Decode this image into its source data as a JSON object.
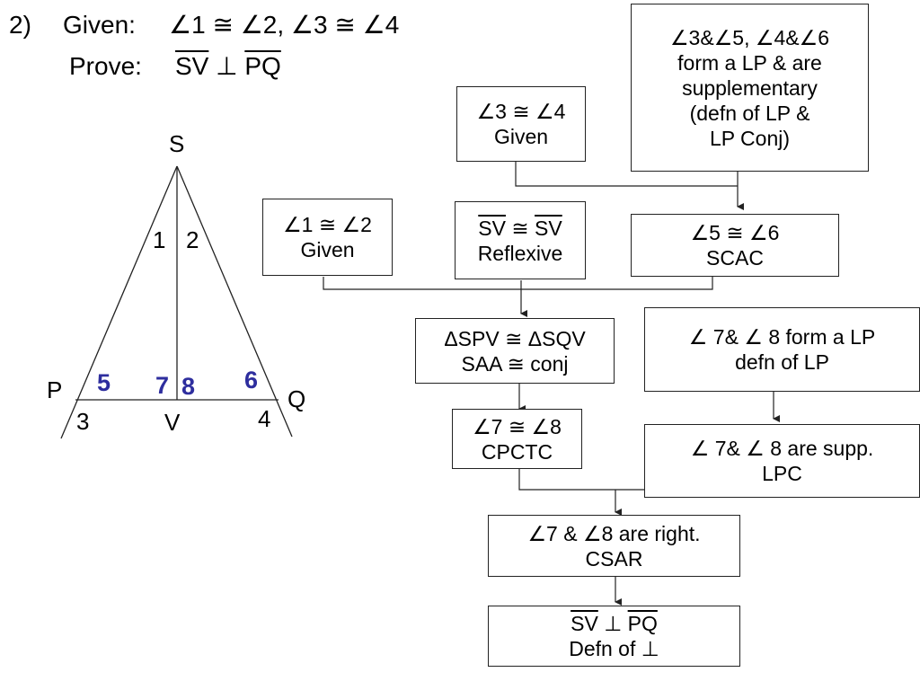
{
  "header": {
    "number": "2)",
    "given_label": "Given:",
    "given_text": "∠1 ≅ ∠2,  ∠3 ≅ ∠4",
    "prove_label": "Prove:",
    "prove_seg1": "SV",
    "prove_perp": "⊥",
    "prove_seg2": "PQ"
  },
  "figure": {
    "vertex_labels": {
      "S": "S",
      "P": "P",
      "Q": "Q",
      "V": "V"
    },
    "angle_labels": {
      "a1": "1",
      "a2": "2",
      "a3": "3",
      "a4": "4"
    },
    "highlight_labels": {
      "a5": "5",
      "a6": "6",
      "a7": "7",
      "a8": "8"
    },
    "highlight_color": "#2e2e9e"
  },
  "boxes": {
    "b_lp_supp": {
      "lines": [
        "∠3&∠5, ∠4&∠6",
        "form a LP & are",
        "supplementary",
        "(defn of LP &",
        "LP Conj)"
      ]
    },
    "b_given34": {
      "lines": [
        "∠3 ≅ ∠4",
        "Given"
      ]
    },
    "b_given12": {
      "lines": [
        "∠1 ≅ ∠2",
        "Given"
      ]
    },
    "b_reflexive": {
      "seg_a": "SV",
      "rel": " ≅ ",
      "seg_b": "SV",
      "reason": "Reflexive"
    },
    "b_scac": {
      "lines": [
        "∠5 ≅ ∠6",
        "SCAC"
      ]
    },
    "b_saa": {
      "lines": [
        "ΔSPV ≅ ΔSQV",
        "SAA ≅ conj"
      ]
    },
    "b_78lp": {
      "lines": [
        "∠ 7& ∠ 8 form a LP",
        "defn of LP"
      ]
    },
    "b_cpctc": {
      "lines": [
        "∠7 ≅ ∠8",
        "CPCTC"
      ]
    },
    "b_78supp": {
      "lines": [
        "∠ 7& ∠ 8  are supp.",
        "LPC"
      ]
    },
    "b_right": {
      "lines": [
        "∠7 & ∠8 are right.",
        "CSAR"
      ]
    },
    "b_final": {
      "seg_a": "SV",
      "rel": " ⊥ ",
      "seg_b": "PQ",
      "reason": "Defn of ⊥"
    }
  }
}
